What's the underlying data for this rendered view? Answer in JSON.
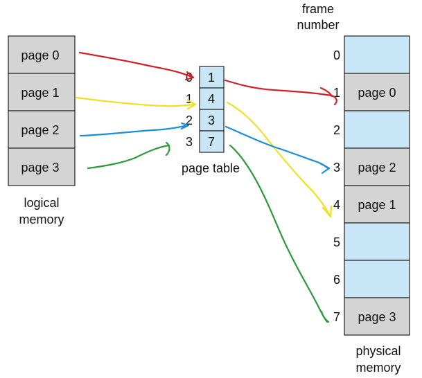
{
  "logical_memory": {
    "pages": [
      "page 0",
      "page 1",
      "page 2",
      "page 3"
    ],
    "label_line1": "logical",
    "label_line2": "memory"
  },
  "page_table": {
    "indices": [
      "0",
      "1",
      "2",
      "3"
    ],
    "frames": [
      "1",
      "4",
      "3",
      "7"
    ],
    "label": "page table"
  },
  "physical_memory": {
    "header_line1": "frame",
    "header_line2": "number",
    "frame_numbers": [
      "0",
      "1",
      "2",
      "3",
      "4",
      "5",
      "6",
      "7"
    ],
    "frames": [
      "",
      "page 0",
      "",
      "page 2",
      "page 1",
      "",
      "",
      "page 3"
    ],
    "label_line1": "physical",
    "label_line2": "memory"
  },
  "colors": {
    "page_box_fill": "#d4d4d4",
    "empty_frame_fill": "#c8e6f5",
    "page_table_fill": "#c8e6f5",
    "arrow_page0": "#d0202a",
    "arrow_page1": "#f0e020",
    "arrow_page2": "#1a8fd6",
    "arrow_page3": "#2a9a3a"
  }
}
